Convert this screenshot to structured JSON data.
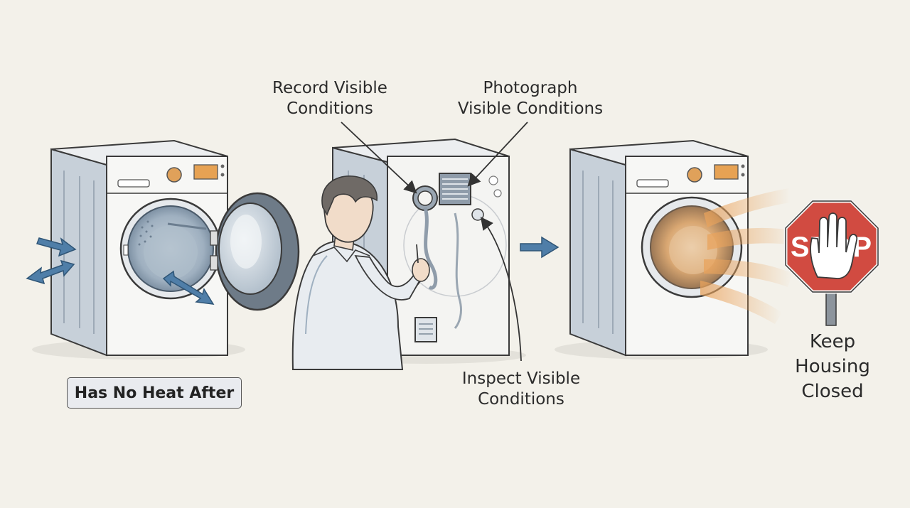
{
  "labels": {
    "record": [
      "Record Visible",
      "Conditions"
    ],
    "photograph": [
      "Photograph",
      "Visible Conditions"
    ],
    "inspect": [
      "Inspect Visible",
      "Conditions"
    ],
    "keep_closed": [
      "Keep",
      "Housing",
      "Closed"
    ],
    "badge": "Has No Heat After"
  },
  "stop_sign_text": "STOP",
  "colors": {
    "background": "#f3f1ea",
    "machine_body": "#f7f7f5",
    "machine_shade": "#cfd6de",
    "arrow_blue": "#4f7ea8",
    "heat_orange": "#e9a35c",
    "stop_red": "#d14b41",
    "ink": "#3a3a3a"
  },
  "icons": [
    "dryer-open-door-icon",
    "dryer-rear-panel-icon",
    "technician-figure-icon",
    "dryer-heat-icon",
    "stop-hand-icon",
    "right-arrow-icon"
  ]
}
